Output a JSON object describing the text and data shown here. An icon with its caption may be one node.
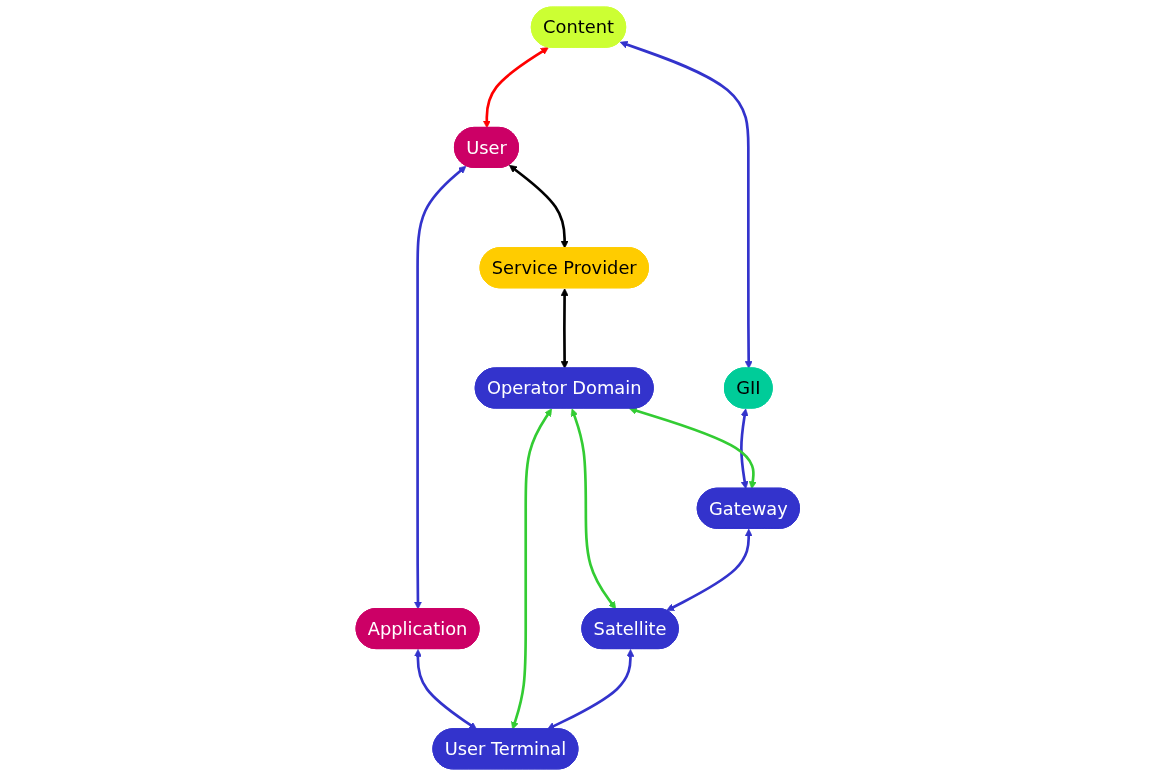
{
  "diagram": {
    "nodes": [
      {
        "text": [
          "Content"
        ]
      },
      {
        "text": [
          "User"
        ]
      },
      {
        "text": [
          "Service Provider"
        ]
      },
      {
        "text": [
          "GII"
        ]
      },
      {
        "text": [
          "Operator Domain"
        ]
      },
      {
        "text": [
          "Application"
        ]
      },
      {
        "text": [
          "Gateway"
        ]
      },
      {
        "text": [
          "Satellite"
        ]
      },
      {
        "text": [
          "User Terminal"
        ]
      }
    ],
    "edges": [
      {
        "from": 0,
        "to": 1,
        "arrow": "both",
        "color": "#ff0000"
      },
      {
        "from": 1,
        "to": 2,
        "arrow": "both",
        "color": "#000000"
      },
      {
        "from": 0,
        "to": 3,
        "arrow": "both"
      },
      {
        "from": 1,
        "to": 5,
        "arrow": "both"
      },
      {
        "from": 2,
        "to": 4,
        "arrow": "both",
        "color": "#000000"
      },
      {
        "from": 3,
        "to": 6,
        "arrow": "both"
      },
      {
        "from": 5,
        "to": 8,
        "arrow": "both"
      },
      {
        "from": 4,
        "to": 6,
        "arrow": "both",
        "color": "#33cc33"
      },
      {
        "from": 4,
        "to": 7,
        "arrow": "both",
        "color": "#33cc33"
      },
      {
        "from": 4,
        "to": 8,
        "arrow": "both",
        "color": "#33cc33"
      },
      {
        "from": 6,
        "to": 7,
        "arrow": "both"
      },
      {
        "from": 7,
        "to": 8,
        "arrow": "both"
      }
    ]
  }
}
